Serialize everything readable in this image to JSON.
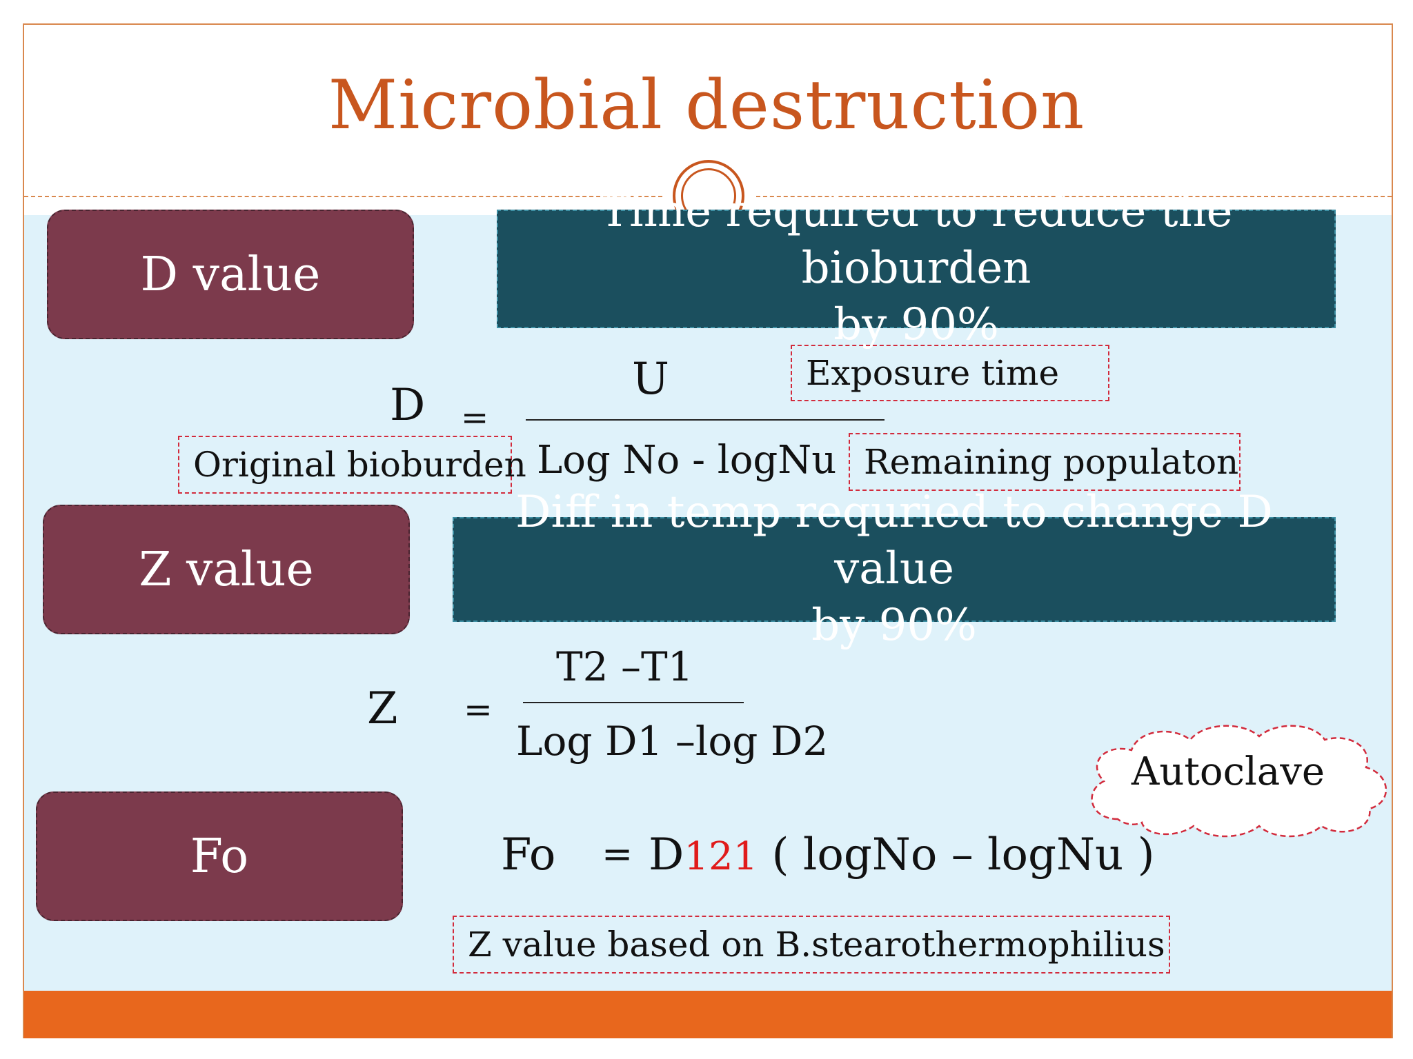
{
  "title": "Microbial destruction",
  "terms": {
    "d": {
      "label": "D value",
      "definition_line1": "Time required to reduce the bioburden",
      "definition_line2": "by 90%"
    },
    "z": {
      "label": "Z value",
      "definition_line1": "Diff in temp requried to change D value",
      "definition_line2": "by 90%"
    },
    "fo": {
      "label": "Fo"
    }
  },
  "d_formula": {
    "lhs": "D",
    "equals": "=",
    "numerator": "U",
    "denominator": "Log No - logNu"
  },
  "d_notes": {
    "exposure": "Exposure time",
    "original": "Original bioburden",
    "remaining": "Remaining populaton"
  },
  "z_formula": {
    "lhs": "Z",
    "equals": "=",
    "numerator": "T2 –T1",
    "denominator": "Log D1 –log D2"
  },
  "fo_formula": {
    "lhs": "Fo",
    "equals": "=",
    "d": "D",
    "sub": "121",
    "rest": " ( logNo – logNu )"
  },
  "autoclave_label": "Autoclave",
  "z_note": "Z value based on B.stearothermophilius",
  "colors": {
    "title": "#c8561e",
    "term_box": "#7c3a4c",
    "definition_box": "#1b4f5e",
    "background": "#dff2fa",
    "footer": "#e8671d",
    "note_border": "#d22b3c",
    "highlight": "#e01b1b"
  }
}
